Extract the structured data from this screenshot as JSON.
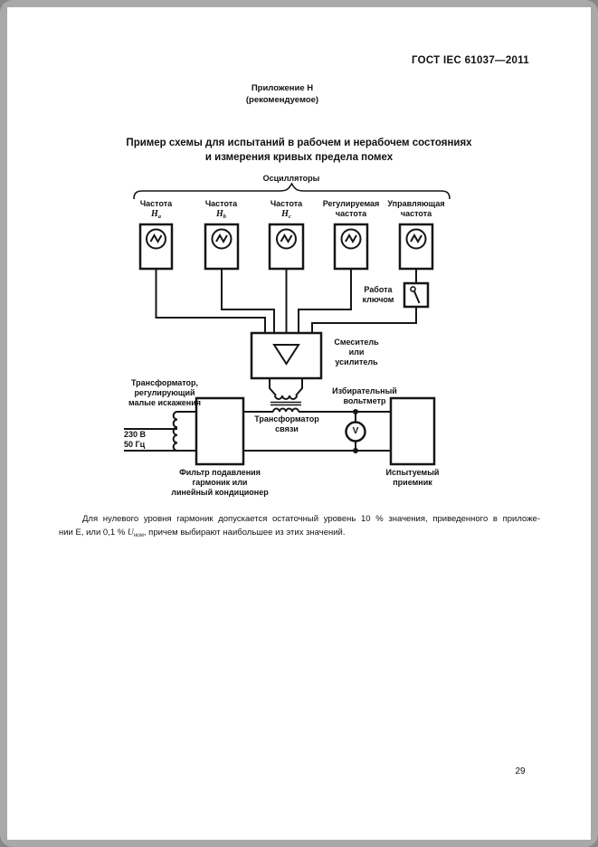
{
  "page": {
    "header": "ГОСТ  IEC 61037—2011",
    "page_number": "29"
  },
  "appendix": {
    "label": "Приложение Н",
    "type": "(рекомендуемое)"
  },
  "title": {
    "line1": "Пример схемы для испытаний в рабочем и нерабочем состояниях",
    "line2": "и измерения кривых предела помех"
  },
  "diagram": {
    "oscillators_label": "Осцилляторы",
    "osc_labels": [
      {
        "line1": "Частота",
        "sym": "H",
        "sub": "a"
      },
      {
        "line1": "Частота",
        "sym": "H",
        "sub": "b"
      },
      {
        "line1": "Частота",
        "sym": "H",
        "sub": "c"
      },
      {
        "line1": "Регулируемая",
        "line2": "частота"
      },
      {
        "line1": "Управляющая",
        "line2": "частота"
      }
    ],
    "key_switch_label": {
      "line1": "Работа",
      "line2": "ключом"
    },
    "mixer_label": {
      "line1": "Смеситель",
      "line2": "или",
      "line3": "усилитель"
    },
    "voltmeter_label": {
      "line1": "Избирательный",
      "line2": "вольтметр"
    },
    "voltmeter_symbol": "V",
    "coupling_transformer_label": {
      "line1": "Трансформатор",
      "line2": "связи"
    },
    "regulating_transformer_label": {
      "line1": "Трансформатор,",
      "line2": "регулирующий",
      "line3": "малые искажения"
    },
    "supply_label": {
      "line1": "230 В",
      "line2": "50 Гц"
    },
    "filter_label": {
      "line1": "Фильтр подавления",
      "line2": "гармоник или",
      "line3": "линейный кондиционер"
    },
    "receiver_label": {
      "line1": "Испытуемый",
      "line2": "приемник"
    }
  },
  "note": {
    "line1": "Для нулевого уровня гармоник допускается остаточный уровень 10 % значения, приведенного в приложе-",
    "line2_pre": "нии Е, или 0,1 % ",
    "u_sym": "U",
    "u_sub": "ном",
    "line2_post": ", причем выбирают наибольшее из этих значений."
  }
}
